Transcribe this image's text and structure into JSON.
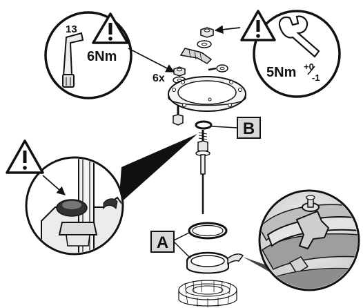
{
  "callout_left": {
    "size": "13",
    "torque": "6Nm"
  },
  "qty": "6x",
  "callout_right": {
    "torque": "5Nm",
    "tol_plus": "+0",
    "tol_minus": "-1"
  },
  "label_b": "B",
  "label_a": "A",
  "icons": [
    "warning-icon",
    "socket-wrench-icon",
    "open-end-wrench-icon"
  ]
}
